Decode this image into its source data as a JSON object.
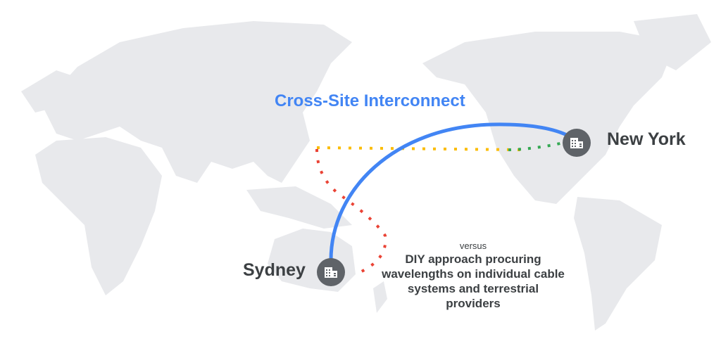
{
  "title": "Cross-Site Interconnect",
  "cities": {
    "new_york": "New York",
    "sydney": "Sydney"
  },
  "comparison": {
    "versus": "versus",
    "lines": [
      "DIY approach procuring",
      "wavelengths on individual cable",
      "systems and terrestrial providers"
    ]
  },
  "colors": {
    "interconnect": "#4285f4",
    "subsea": "#fbbc04",
    "terrestrial": "#34a853",
    "diy": "#ea4335",
    "land": "#e8e9ec",
    "icon": "#5f6368"
  },
  "icons": {
    "site": "building-icon"
  }
}
